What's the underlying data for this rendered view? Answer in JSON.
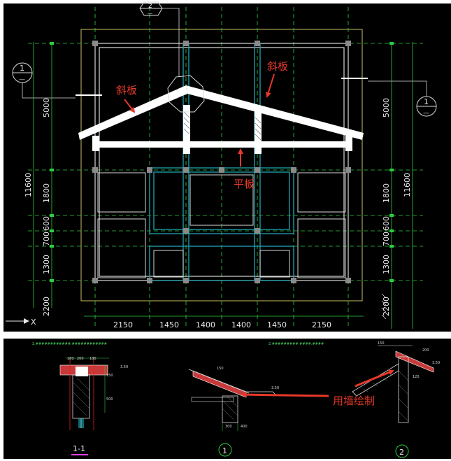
{
  "colors": {
    "background": "#000000",
    "dimension_line": "#2ecc40",
    "structure": "#d9d9d9",
    "column": "#8a8a8a",
    "cyan_beam": "#1fa6b2",
    "boundary_yellow": "#c8c060",
    "slab_white": "#ffffff",
    "annotation_red": "#e8382a",
    "section_magenta": "#e040e0"
  },
  "plan": {
    "labels": {
      "slope_slab_left": "斜板",
      "slope_slab_right": "斜板",
      "flat_slab": "平板"
    },
    "section_markers": {
      "left": {
        "number": "1",
        "dash": "—"
      },
      "right": {
        "number": "1",
        "dash": "—"
      },
      "top": {
        "number": "2",
        "dash": "—"
      }
    },
    "left_dims": [
      "5000",
      "1800",
      "600",
      "700",
      "1300",
      "2200"
    ],
    "left_total": "11600",
    "right_dims": [
      "5000",
      "1800",
      "600",
      "700",
      "1300",
      "2200"
    ],
    "right_total": "11600",
    "bottom_dims": [
      "2150",
      "1450",
      "1400",
      "1400",
      "1450",
      "2150"
    ],
    "axis_label": "X"
  },
  "details": {
    "detail_left": {
      "heading": "2.############.############",
      "mark": "1-1",
      "dims": [
        "180",
        "200",
        "180",
        "150",
        "500",
        "3.50"
      ]
    },
    "detail_middle": {
      "heading": "2.#########.####.####",
      "circle": "1",
      "dims": [
        "150",
        "300",
        "400",
        "3.50"
      ]
    },
    "detail_right": {
      "circle": "2",
      "dims": [
        "150",
        "200",
        "120",
        "3.50"
      ]
    },
    "annotation": "用墙绘制"
  }
}
